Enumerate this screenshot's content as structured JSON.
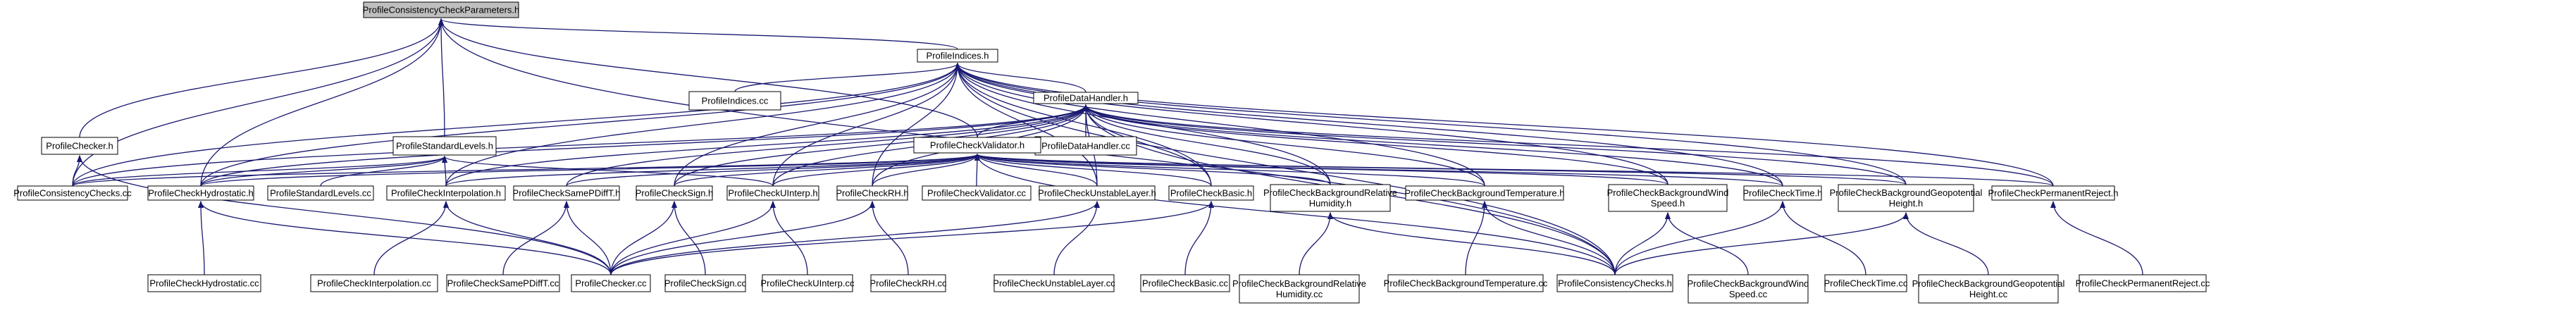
{
  "nodes": [
    {
      "id": "pccp",
      "label": "ProfileConsistencyCheckParameters.h",
      "lines": [],
      "style": "root"
    },
    {
      "id": "pidx",
      "label": "ProfileIndices.h",
      "lines": []
    },
    {
      "id": "pidxcc",
      "label": "ProfileIndices.cc",
      "lines": []
    },
    {
      "id": "pdh",
      "label": "ProfileDataHandler.h",
      "lines": []
    },
    {
      "id": "pdhcc",
      "label": "ProfileDataHandler.cc",
      "lines": []
    },
    {
      "id": "pchecker",
      "label": "ProfileChecker.h",
      "lines": []
    },
    {
      "id": "psl",
      "label": "ProfileStandardLevels.h",
      "lines": []
    },
    {
      "id": "pcv",
      "label": "ProfileCheckValidator.h",
      "lines": []
    },
    {
      "id": "pcc",
      "label": "ProfileConsistencyChecks.cc",
      "lines": []
    },
    {
      "id": "phyd",
      "label": "ProfileCheckHydrostatic.h",
      "lines": []
    },
    {
      "id": "pslcc",
      "label": "ProfileStandardLevels.cc",
      "lines": []
    },
    {
      "id": "pint",
      "label": "ProfileCheckInterpolation.h",
      "lines": []
    },
    {
      "id": "pspdiff",
      "label": "ProfileCheckSamePDiffT.h",
      "lines": []
    },
    {
      "id": "psign",
      "label": "ProfileCheckSign.h",
      "lines": []
    },
    {
      "id": "puint",
      "label": "ProfileCheckUInterp.h",
      "lines": []
    },
    {
      "id": "prh",
      "label": "ProfileCheckRH.h",
      "lines": []
    },
    {
      "id": "pcvcc",
      "label": "ProfileCheckValidator.cc",
      "lines": []
    },
    {
      "id": "punst",
      "label": "ProfileCheckUnstableLayer.h",
      "lines": []
    },
    {
      "id": "pbasic",
      "label": "ProfileCheckBasic.h",
      "lines": []
    },
    {
      "id": "pbrh",
      "label": "",
      "lines": [
        "ProfileCheckBackgroundRelative",
        "Humidity.h"
      ]
    },
    {
      "id": "pbt",
      "label": "ProfileCheckBackgroundTemperature.h",
      "lines": []
    },
    {
      "id": "pbw",
      "label": "",
      "lines": [
        "ProfileCheckBackgroundWind",
        "Speed.h"
      ]
    },
    {
      "id": "ptime",
      "label": "ProfileCheckTime.h",
      "lines": []
    },
    {
      "id": "pbgh",
      "label": "",
      "lines": [
        "ProfileCheckBackgroundGeopotential",
        "Height.h"
      ]
    },
    {
      "id": "ppr",
      "label": "ProfileCheckPermanentReject.h",
      "lines": []
    },
    {
      "id": "phydcc",
      "label": "ProfileCheckHydrostatic.cc",
      "lines": []
    },
    {
      "id": "pintcc",
      "label": "ProfileCheckInterpolation.cc",
      "lines": []
    },
    {
      "id": "pspdiffcc",
      "label": "ProfileCheckSamePDiffT.cc",
      "lines": []
    },
    {
      "id": "pcheckercc",
      "label": "ProfileChecker.cc",
      "lines": []
    },
    {
      "id": "psigncc",
      "label": "ProfileCheckSign.cc",
      "lines": []
    },
    {
      "id": "puintcc",
      "label": "ProfileCheckUInterp.cc",
      "lines": []
    },
    {
      "id": "prhcc",
      "label": "ProfileCheckRH.cc",
      "lines": []
    },
    {
      "id": "punstcc",
      "label": "ProfileCheckUnstableLayer.cc",
      "lines": []
    },
    {
      "id": "pbasiccc",
      "label": "ProfileCheckBasic.cc",
      "lines": []
    },
    {
      "id": "pbrhcc",
      "label": "",
      "lines": [
        "ProfileCheckBackgroundRelative",
        "Humidity.cc"
      ]
    },
    {
      "id": "pbtcc",
      "label": "ProfileCheckBackgroundTemperature.cc",
      "lines": []
    },
    {
      "id": "pcch",
      "label": "ProfileConsistencyChecks.h",
      "lines": [],
      "style": "red"
    },
    {
      "id": "pbwcc",
      "label": "",
      "lines": [
        "ProfileCheckBackgroundWind",
        "Speed.cc"
      ]
    },
    {
      "id": "ptimecc",
      "label": "ProfileCheckTime.cc",
      "lines": []
    },
    {
      "id": "pbghcc",
      "label": "",
      "lines": [
        "ProfileCheckBackgroundGeopotential",
        "Height.cc"
      ]
    },
    {
      "id": "pprcc",
      "label": "ProfileCheckPermanentReject.cc",
      "lines": []
    }
  ],
  "edges": [
    [
      "pccp",
      "pidx"
    ],
    [
      "pccp",
      "pchecker"
    ],
    [
      "pccp",
      "psl"
    ],
    [
      "pccp",
      "pcv"
    ],
    [
      "pccp",
      "pcc"
    ],
    [
      "pccp",
      "phyd"
    ],
    [
      "pccp",
      "pcch"
    ],
    [
      "pidx",
      "pidxcc"
    ],
    [
      "pidx",
      "pdh"
    ],
    [
      "pidx",
      "pcc"
    ],
    [
      "pidx",
      "phyd"
    ],
    [
      "pidx",
      "pint"
    ],
    [
      "pidx",
      "psign"
    ],
    [
      "pidx",
      "puint"
    ],
    [
      "pidx",
      "prh"
    ],
    [
      "pidx",
      "punst"
    ],
    [
      "pidx",
      "pbasic"
    ],
    [
      "pidx",
      "pbrh"
    ],
    [
      "pidx",
      "pbt"
    ],
    [
      "pidx",
      "pbw"
    ],
    [
      "pidx",
      "ptime"
    ],
    [
      "pidx",
      "pbgh"
    ],
    [
      "pidx",
      "ppr"
    ],
    [
      "pidx",
      "pcch"
    ],
    [
      "pdh",
      "pdhcc"
    ],
    [
      "pdh",
      "pcv"
    ],
    [
      "pdh",
      "pcc"
    ],
    [
      "pdh",
      "phyd"
    ],
    [
      "pdh",
      "pint"
    ],
    [
      "pdh",
      "pspdiff"
    ],
    [
      "pdh",
      "psign"
    ],
    [
      "pdh",
      "puint"
    ],
    [
      "pdh",
      "prh"
    ],
    [
      "pdh",
      "punst"
    ],
    [
      "pdh",
      "pbasic"
    ],
    [
      "pdh",
      "pbrh"
    ],
    [
      "pdh",
      "pbt"
    ],
    [
      "pdh",
      "pbw"
    ],
    [
      "pdh",
      "ptime"
    ],
    [
      "pdh",
      "pbgh"
    ],
    [
      "pdh",
      "ppr"
    ],
    [
      "pdh",
      "pcch"
    ],
    [
      "pchecker",
      "pcc"
    ],
    [
      "pchecker",
      "pcheckercc"
    ],
    [
      "psl",
      "pcc"
    ],
    [
      "psl",
      "phyd"
    ],
    [
      "psl",
      "pslcc"
    ],
    [
      "psl",
      "pint"
    ],
    [
      "psl",
      "puint"
    ],
    [
      "pcv",
      "pcc"
    ],
    [
      "pcv",
      "phyd"
    ],
    [
      "pcv",
      "pint"
    ],
    [
      "pcv",
      "pspdiff"
    ],
    [
      "pcv",
      "psign"
    ],
    [
      "pcv",
      "puint"
    ],
    [
      "pcv",
      "prh"
    ],
    [
      "pcv",
      "pcvcc"
    ],
    [
      "pcv",
      "punst"
    ],
    [
      "pcv",
      "pbasic"
    ],
    [
      "pcv",
      "pbrh"
    ],
    [
      "pcv",
      "pbt"
    ],
    [
      "pcv",
      "pbw"
    ],
    [
      "pcv",
      "ptime"
    ],
    [
      "pcv",
      "pbgh"
    ],
    [
      "pcv",
      "ppr"
    ],
    [
      "pcv",
      "pcch"
    ],
    [
      "phyd",
      "phydcc"
    ],
    [
      "phyd",
      "pcheckercc"
    ],
    [
      "pint",
      "pintcc"
    ],
    [
      "pint",
      "pcheckercc"
    ],
    [
      "pspdiff",
      "pspdiffcc"
    ],
    [
      "pspdiff",
      "pcheckercc"
    ],
    [
      "psign",
      "pcheckercc"
    ],
    [
      "psign",
      "psigncc"
    ],
    [
      "puint",
      "pcheckercc"
    ],
    [
      "puint",
      "puintcc"
    ],
    [
      "prh",
      "pcheckercc"
    ],
    [
      "prh",
      "prhcc"
    ],
    [
      "punst",
      "pcheckercc"
    ],
    [
      "punst",
      "punstcc"
    ],
    [
      "pbasic",
      "pcheckercc"
    ],
    [
      "pbasic",
      "pbasiccc"
    ],
    [
      "pbrh",
      "pbrhcc"
    ],
    [
      "pbrh",
      "pcch"
    ],
    [
      "pbt",
      "pbtcc"
    ],
    [
      "pbt",
      "pcch"
    ],
    [
      "pbw",
      "pcch"
    ],
    [
      "pbw",
      "pbwcc"
    ],
    [
      "ptime",
      "pcch"
    ],
    [
      "ptime",
      "ptimecc"
    ],
    [
      "pbgh",
      "pcch"
    ],
    [
      "pbgh",
      "pbghcc"
    ],
    [
      "ppr",
      "pprcc"
    ]
  ],
  "colors": {
    "edge": "#191970",
    "root_fill": "#bfbfbf",
    "node_fill": "#ffffff",
    "node_border": "#000000",
    "highlight_border": "#ff0000"
  }
}
